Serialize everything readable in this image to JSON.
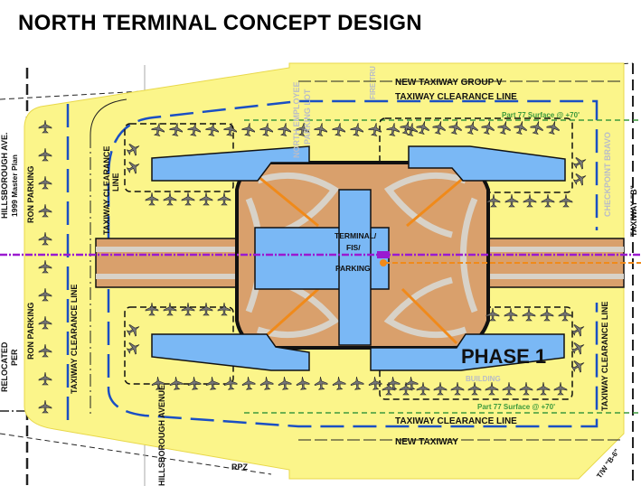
{
  "title": "NORTH TERMINAL CONCEPT DESIGN",
  "labels": {
    "new_taxiway_group_v": "NEW TAXIWAY GROUP V",
    "taxiway_clearance_line": "TAXIWAY CLEARANCE LINE",
    "taxiway_clearance": "TAXIWAY CLEARANCE",
    "line": "LINE",
    "part77": "Part 77 Surface @ +70'",
    "checkpoint_bravo": "CHECKPOINT BRAVO",
    "taxiway_b": "TAXIWAY \"B\"",
    "terminal": "TERMINAL/",
    "fis": "FIS/",
    "parking": "PARKING",
    "phase": "PHASE 1",
    "building": "BUILDING",
    "new_taxiway": "NEW TAXIWAY",
    "tw_b6": "T/W \"B-6\"",
    "rpz": "RPZ",
    "hillsborough_avenue": "HILLSBOROUGH AVENUE",
    "hillsborough_ave": "HILLSBOROUGH AVE.",
    "master_plan": "1999 Master Plan",
    "ron_parking": "RON PARKING",
    "relocated": "RELOCATED",
    "per": "PER",
    "north_employee": "NORTH EMPLOYEE",
    "parking_lot": "PARKING LOT",
    "fire_truck": "FIRE TRU"
  },
  "colors": {
    "airfield": "#fbf58a",
    "building": "#7ab8f5",
    "terminal_core": "#d9a06c",
    "roadway": "#d8d2c8",
    "clearance_line": "#1a4fc4",
    "part77_line": "#3c9a3c",
    "centerline": "#9a1ad0",
    "orange_line": "#f08a1a"
  }
}
